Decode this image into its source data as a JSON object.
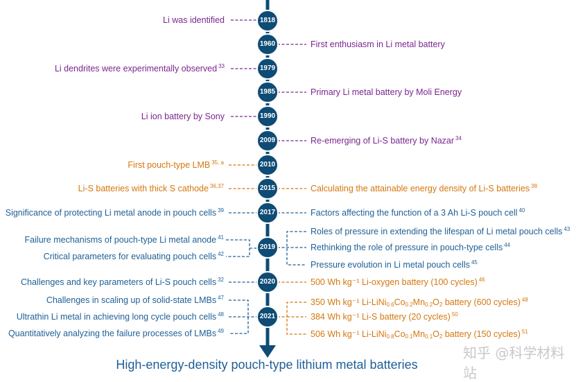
{
  "caption": "High-energy-density pouch-type lithium metal batteries",
  "watermark": "知乎 @科学材料站",
  "colors": {
    "purple": "#7a2590",
    "orange": "#d4770f",
    "blue": "#1e5f96",
    "axis": "#0f4c75"
  },
  "years": [
    "1818",
    "1960",
    "1979",
    "1985",
    "1990",
    "2009",
    "2010",
    "2015",
    "2017",
    "2019",
    "2020",
    "2021"
  ],
  "events": [
    {
      "year": "1818",
      "text": "Li was identified"
    },
    {
      "year": "1960",
      "text": "First enthusiasm in Li metal battery"
    },
    {
      "year": "1979",
      "text": "Li dendrites were experimentally observed",
      "ref": "33"
    },
    {
      "year": "1985",
      "text": "Primary Li metal battery by Moli Energy"
    },
    {
      "year": "1990",
      "text": "Li ion battery by Sony"
    },
    {
      "year": "2009",
      "text": "Re-emerging of Li-S battery by Nazar",
      "ref": "34"
    },
    {
      "year": "2010",
      "text": "First pouch-type LMB",
      "ref": "35, a"
    },
    {
      "year": "2015",
      "text": "Li-S batteries with thick S cathode",
      "ref": "36,37"
    },
    {
      "year": "2015",
      "text": "Calculating the attainable energy density of Li-S batteries",
      "ref": "38"
    },
    {
      "year": "2017",
      "text": "Significance of protecting Li metal anode in pouch cells",
      "ref": "39"
    },
    {
      "year": "2017",
      "text": "Factors affecting the function of a 3 Ah Li-S pouch cell",
      "ref": "40"
    },
    {
      "year": "2019",
      "text": "Failure mechanisms of pouch-type Li metal anode",
      "ref": "41"
    },
    {
      "year": "2019",
      "text": "Critical parameters for evaluating pouch cells",
      "ref": "42"
    },
    {
      "year": "2019",
      "text": "Roles of pressure in extending the lifespan of Li metal pouch cells",
      "ref": "43"
    },
    {
      "year": "2019",
      "text": "Rethinking the role of pressure in pouch-type cells",
      "ref": "44"
    },
    {
      "year": "2019",
      "text": "Pressure evolution in Li metal pouch cells",
      "ref": "45"
    },
    {
      "year": "2020",
      "text": "Challenges and key parameters of Li-S pouch cells",
      "ref": "32"
    },
    {
      "year": "2020",
      "text": "500 Wh kg⁻¹ Li-oxygen battery (100 cycles)",
      "ref": "46"
    },
    {
      "year": "2021",
      "text": "Challenges in scaling up of solid-state LMBs",
      "ref": "47"
    },
    {
      "year": "2021",
      "text": "Ultrathin Li metal in achieving long cycle pouch cells",
      "ref": "48"
    },
    {
      "year": "2021",
      "text": "Quantitatively analyzing the failure processes of LMBs",
      "ref": "49"
    },
    {
      "year": "2021",
      "text": "350 Wh kg⁻¹ Li-LiNi0.6Co0.2Mn0.2O2 battery (600 cycles)",
      "ref": "48"
    },
    {
      "year": "2021",
      "text": "384 Wh kg⁻¹ Li-S battery (20 cycles)",
      "ref": "50"
    },
    {
      "year": "2021",
      "text": "506 Wh kg⁻¹ Li-LiNi0.8Co0.1Mn0.1O2 battery (150 cycles)",
      "ref": "51"
    }
  ]
}
